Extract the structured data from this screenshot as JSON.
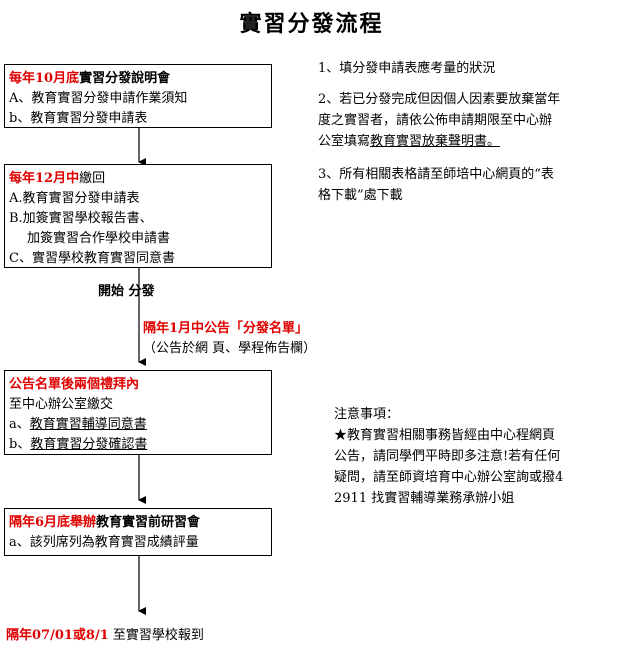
{
  "title": "實習分發流程",
  "colors": {
    "highlight": "#e00000",
    "border": "#000000",
    "text": "#000000"
  },
  "box1": {
    "head_red": "每年10月底",
    "head_bold": "實習分發說明會",
    "line_a": "A、教育實習分發申請作業須知",
    "line_b": "b、教育實習分發申請表"
  },
  "box2": {
    "head_red": "每年12月中",
    "head_rest": "繳回",
    "line_a": "A.教育實習分發申請表",
    "line_b1": "B.加簽實習學校報告書、",
    "line_b2": "加簽實習合作學校申請書",
    "line_c": "C、實習學校教育實習同意書"
  },
  "start_label": "開始 分發",
  "announce": {
    "red": "隔年1月中公告「分發名單」",
    "sub": "（公告於網 頁、學程佈告欄）"
  },
  "box3": {
    "head_red": "公告名單後兩個禮拜內",
    "line_1": "至中心辦公室繳交",
    "line_a_prefix": "a、",
    "line_a": "教育實習輔導同意書",
    "line_b_prefix": "b、",
    "line_b": "教育實習分發確認書"
  },
  "box4": {
    "head_red": "隔年6月底舉辦",
    "head_bold": "教育實習前研習會",
    "line_a": "a、該列席列為教育實習成績評量"
  },
  "final": {
    "red": "隔年07/01或8/1",
    "rest": " 至實習學校報到"
  },
  "notes": {
    "n1": "1、填分發申請表應考量的狀況",
    "n2_l1": "2、若已分發完成但因個人因素要放棄當年",
    "n2_l2": "度之實習者，請依公佈申請期限至中心辦",
    "n2_l3_pre": "公室填寫",
    "n2_l3_u": "教育實習放棄聲明書。",
    "n3_l1": "3、所有相關表格請至師培中心網頁的“表",
    "n3_l2": "格下載”處下載"
  },
  "caution": {
    "heading": "注意事項：",
    "l1": "★教育實習相關事務皆經由中心程網頁",
    "l2": "公告，請同學們平時即多注意!若有任何",
    "l3": "疑問，請至師資培育中心辦公室詢或撥4",
    "l4": "2911 找實習輔導業務承辦小姐"
  }
}
